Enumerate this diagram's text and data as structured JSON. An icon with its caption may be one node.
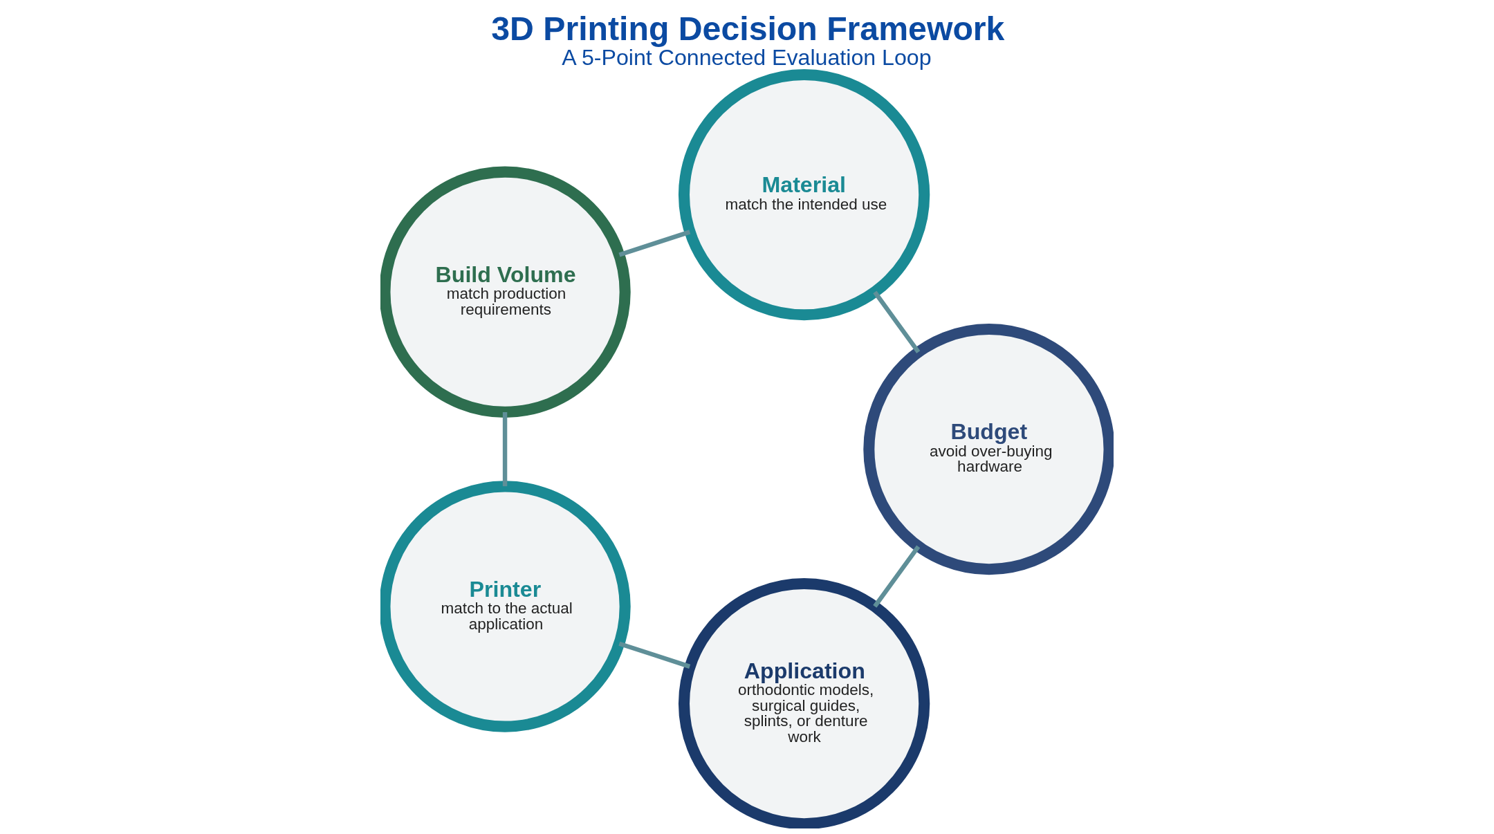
{
  "diagram": {
    "title": "3D Printing Decision Framework",
    "caption": "A 5-Point Connected Evaluation Loop",
    "nodes": [
      {
        "text": [
          "Application",
          "orthodontic models, surgical guides, splints, or denture work"
        ]
      },
      {
        "text": [
          "Printer",
          "match to the actual application"
        ]
      },
      {
        "text": [
          "Build Volume",
          "match production requirements"
        ]
      },
      {
        "text": [
          "Material",
          "match the intended use"
        ]
      },
      {
        "text": [
          "Budget",
          "avoid over-buying hardware"
        ]
      }
    ],
    "edges": [
      {
        "from": 0,
        "to": 1,
        "arrow": "none"
      },
      {
        "from": 1,
        "to": 2,
        "arrow": "none"
      },
      {
        "from": 2,
        "to": 3,
        "arrow": "none"
      },
      {
        "from": 3,
        "to": 4,
        "arrow": "none"
      },
      {
        "from": 4,
        "to": 0,
        "arrow": "none"
      }
    ]
  }
}
